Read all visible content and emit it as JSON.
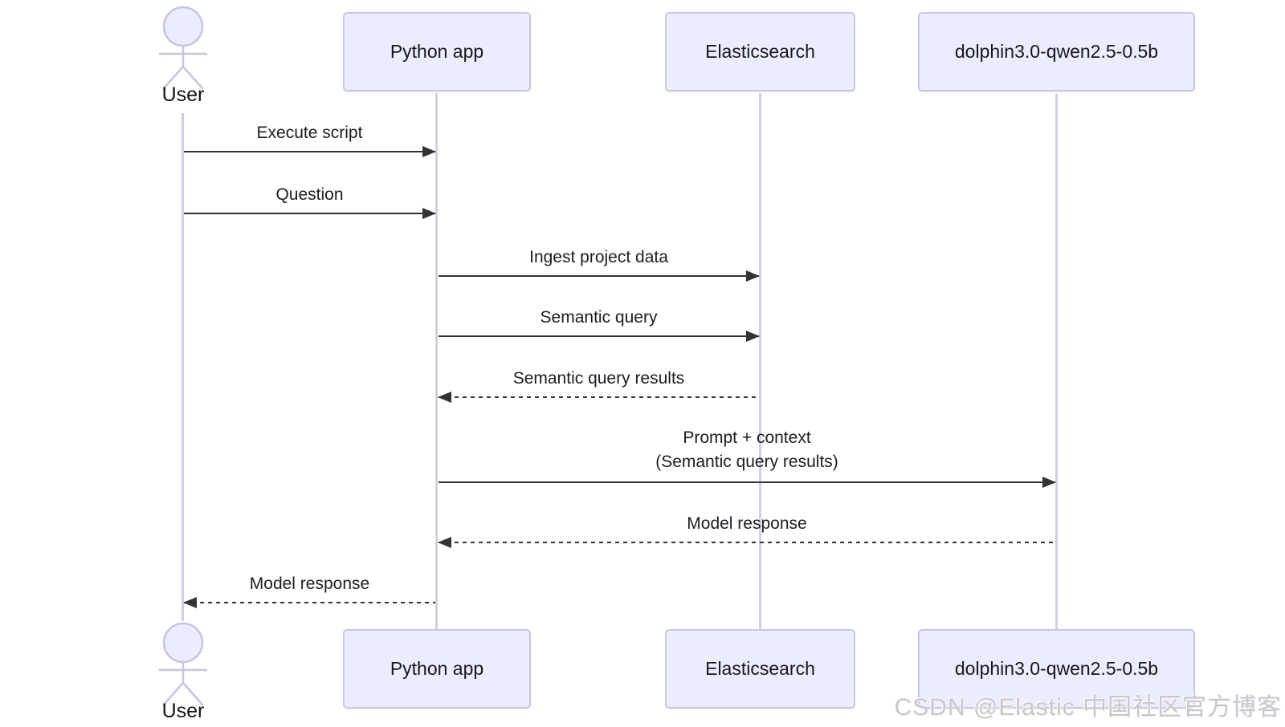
{
  "diagram": {
    "type": "sequence-diagram",
    "actor": {
      "id": "user",
      "label": "User"
    },
    "participants": [
      {
        "id": "python-app",
        "label": "Python app"
      },
      {
        "id": "elasticsearch",
        "label": "Elasticsearch"
      },
      {
        "id": "model",
        "label": "dolphin3.0-qwen2.5-0.5b"
      }
    ],
    "messages": [
      {
        "from": "User",
        "to": "Python app",
        "label": "Execute script",
        "line": "solid"
      },
      {
        "from": "User",
        "to": "Python app",
        "label": "Question",
        "line": "solid"
      },
      {
        "from": "Python app",
        "to": "Elasticsearch",
        "label": "Ingest project data",
        "line": "solid"
      },
      {
        "from": "Python app",
        "to": "Elasticsearch",
        "label": "Semantic query",
        "line": "solid"
      },
      {
        "from": "Elasticsearch",
        "to": "Python app",
        "label": "Semantic query results",
        "line": "dashed"
      },
      {
        "from": "Python app",
        "to": "dolphin3.0-qwen2.5-0.5b",
        "label": "Prompt + context",
        "label2": "(Semantic query results)",
        "line": "solid"
      },
      {
        "from": "dolphin3.0-qwen2.5-0.5b",
        "to": "Python app",
        "label": "Model response",
        "line": "dashed"
      },
      {
        "from": "Python app",
        "to": "User",
        "label": "Model response",
        "line": "dashed"
      }
    ]
  },
  "watermark": {
    "text": "CSDN @Elastic 中国社区官方博客"
  },
  "colors": {
    "participant_fill": "#ECECFF",
    "participant_border": "#C9C9DD",
    "lifeline": "#CFCFE6",
    "arrow": "#333333",
    "text": "#1C1C22",
    "watermark": "#C7C7CD"
  }
}
